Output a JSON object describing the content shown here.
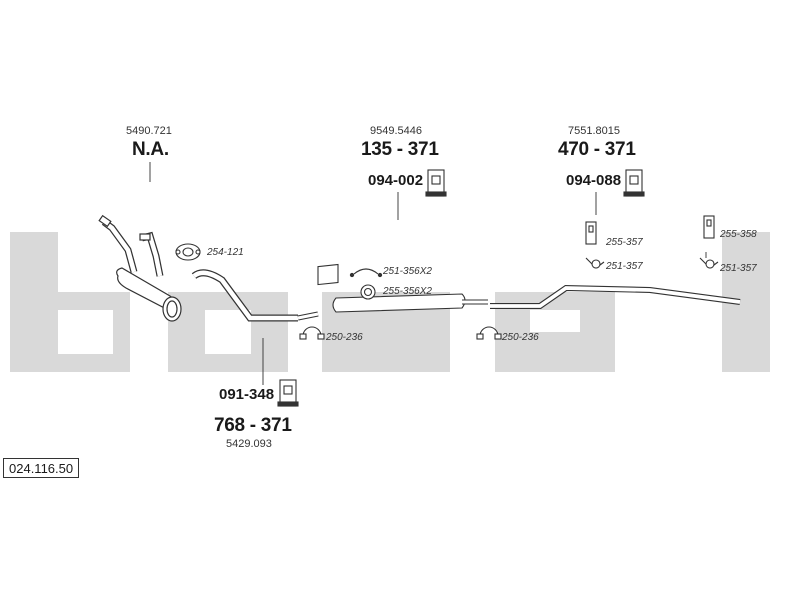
{
  "watermark": "bosal",
  "catalog_number": "024.116.50",
  "callouts": {
    "ref_left": "5490.721",
    "pn_left": "N.A.",
    "ref_center": "9549.5446",
    "pn_center": "135 - 371",
    "mount_center": "094-002",
    "ref_right": "7551.8015",
    "pn_right": "470 - 371",
    "mount_right": "094-088",
    "mount_bottom": "091-348",
    "pn_bottom": "768 - 371",
    "ref_bottom": "5429.093"
  },
  "small_parts": {
    "gasket": "254-121",
    "clamp_top": "251-356X2",
    "ring": "255-356X2",
    "clamp_left": "250-236",
    "clamp_mid": "250-236",
    "bracket_a": "255-357",
    "clamp_a": "251-357",
    "bracket_b": "255-358",
    "clamp_b": "251-357"
  }
}
